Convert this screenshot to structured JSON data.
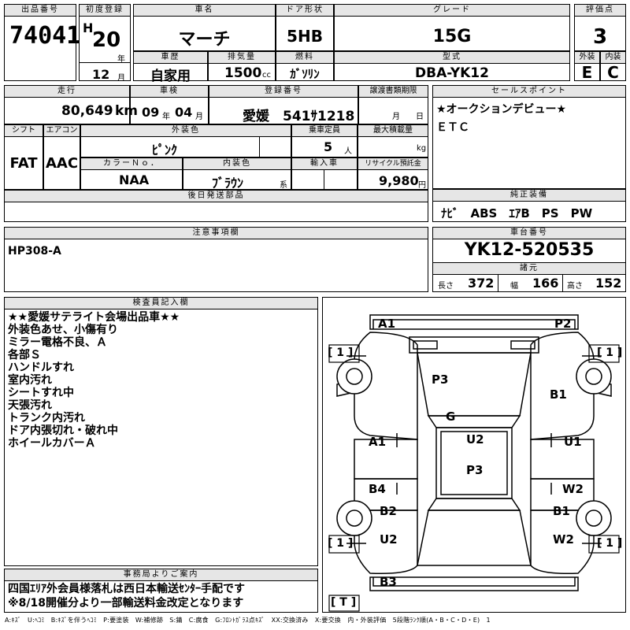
{
  "header_row1": {
    "lot_label": "出品番号",
    "lot_value": "74041",
    "reg_label": "初度登録",
    "era": "H",
    "year": "20",
    "year_unit": "年",
    "month": "12",
    "month_unit": "月",
    "name_label": "車名",
    "name_value": "マーチ",
    "door_label": "ドア形状",
    "door_value": "5HB",
    "grade_label": "グレード",
    "grade_value": "15G",
    "score_label": "評価点",
    "score_value": "3"
  },
  "header_row2": {
    "history_label": "車歴",
    "history_value": "自家用",
    "displacement_label": "排気量",
    "displacement_value": "1500",
    "displacement_unit": "cc",
    "fuel_label": "燃料",
    "fuel_value": "ｶﾞｿﾘﾝ",
    "model_label": "型式",
    "model_value": "DBA-YK12",
    "ext_label": "外装",
    "ext_value": "E",
    "int_label": "内装",
    "int_value": "C"
  },
  "row3": {
    "mileage_label": "走行",
    "mileage_value": "80,649",
    "mileage_unit": "km",
    "inspection_label": "車検",
    "insp_year": "09",
    "insp_year_unit": "年",
    "insp_month": "04",
    "insp_month_unit": "月",
    "plate_label": "登録番号",
    "plate_value": "愛媛　541ｻ1218",
    "transfer_label": "譲渡書類期限",
    "transfer_month_unit": "月",
    "transfer_day_unit": "日",
    "sales_label": "セールスポイント",
    "sales_lines": [
      "★オークションデビュー★",
      "ＥＴＣ"
    ]
  },
  "row4": {
    "shift_label": "シフト",
    "shift_value": "FAT",
    "ac_label": "エアコン",
    "ac_value": "AAC",
    "color_label": "外装色",
    "color_value": "ﾋﾟﾝｸ",
    "capacity_label": "乗車定員",
    "capacity_value": "5",
    "capacity_unit": "人",
    "load_label": "最大積載量",
    "load_unit": "kg"
  },
  "row5": {
    "colorno_label": "カラーＮｏ．",
    "colorno_value": "NAA",
    "interior_label": "内装色",
    "interior_value": "ﾌﾞﾗｳﾝ",
    "interior_unit": "系",
    "import_label": "輸入車",
    "recycle_label": "リサイクル預託金",
    "recycle_value": "9,980",
    "recycle_unit": "円"
  },
  "row6": {
    "later_label": "後日発送部品",
    "genuine_label": "純正装備",
    "genuine_value": "ﾅﾋﾞ　ABS　ｴｱB　PS　PW"
  },
  "caution": {
    "label": "注意事項欄",
    "value": "HP308-A"
  },
  "chassis": {
    "label": "車台番号",
    "value": "YK12-520535",
    "spec_label": "諸元",
    "length_label": "長さ",
    "length_value": "372",
    "width_label": "幅",
    "width_value": "166",
    "height_label": "高さ",
    "height_value": "152"
  },
  "inspector": {
    "label": "検査員記入欄",
    "lines": [
      "★★愛媛サテライト会場出品車★★",
      "外装色あせ、小傷有り",
      "ミラー電格不良、Ａ",
      "各部Ｓ",
      "ハンドルすれ",
      "室内汚れ",
      "シートすれ中",
      "天張汚れ",
      "トランク内汚れ",
      "ドア内張切れ・破れ中",
      "ホイールカバーＡ"
    ]
  },
  "office": {
    "label": "事務局よりご案内",
    "lines": [
      "四国ｴﾘｱ外会員様落札は西日本輸送ｾﾝﾀｰ手配です",
      "※8/18開催分より一部輸送料金改定となります"
    ]
  },
  "damage_marks": {
    "front_left": "A1",
    "front_right": "P2",
    "left_top_box": "[ 1 ]",
    "right_top_box": "[ 1 ]",
    "hood": "P3",
    "right_fender": "B1",
    "windshield": "G",
    "left_front_door": "A1",
    "roof": "U2",
    "right_front_door": "U1",
    "rear_roof": "P3",
    "left_rear_door": "B4",
    "right_rear_door": "W2",
    "left_quarter": "B2",
    "right_quarter": "B1",
    "left_bottom_box": "[ 1 ]",
    "right_bottom_box": "[ 1 ]",
    "trunk_left": "U2",
    "trunk_right": "W2",
    "rear_bumper": "B3",
    "tail_box": "[ T ]"
  },
  "legend": "A:ｷｽﾞ　U:ﾍｺﾐ　B:ｷｽﾞを伴うﾍｺﾐ　P:要塗装　W:補修跡　S:錆　C:腐食　G:ﾌﾛﾝﾄｶﾞﾗｽ点ｷｽﾞ　XX:交換済み　X:要交換　内・外装評価　5段階ﾗﾝｸ順(A・B・C・D・E)　1"
}
